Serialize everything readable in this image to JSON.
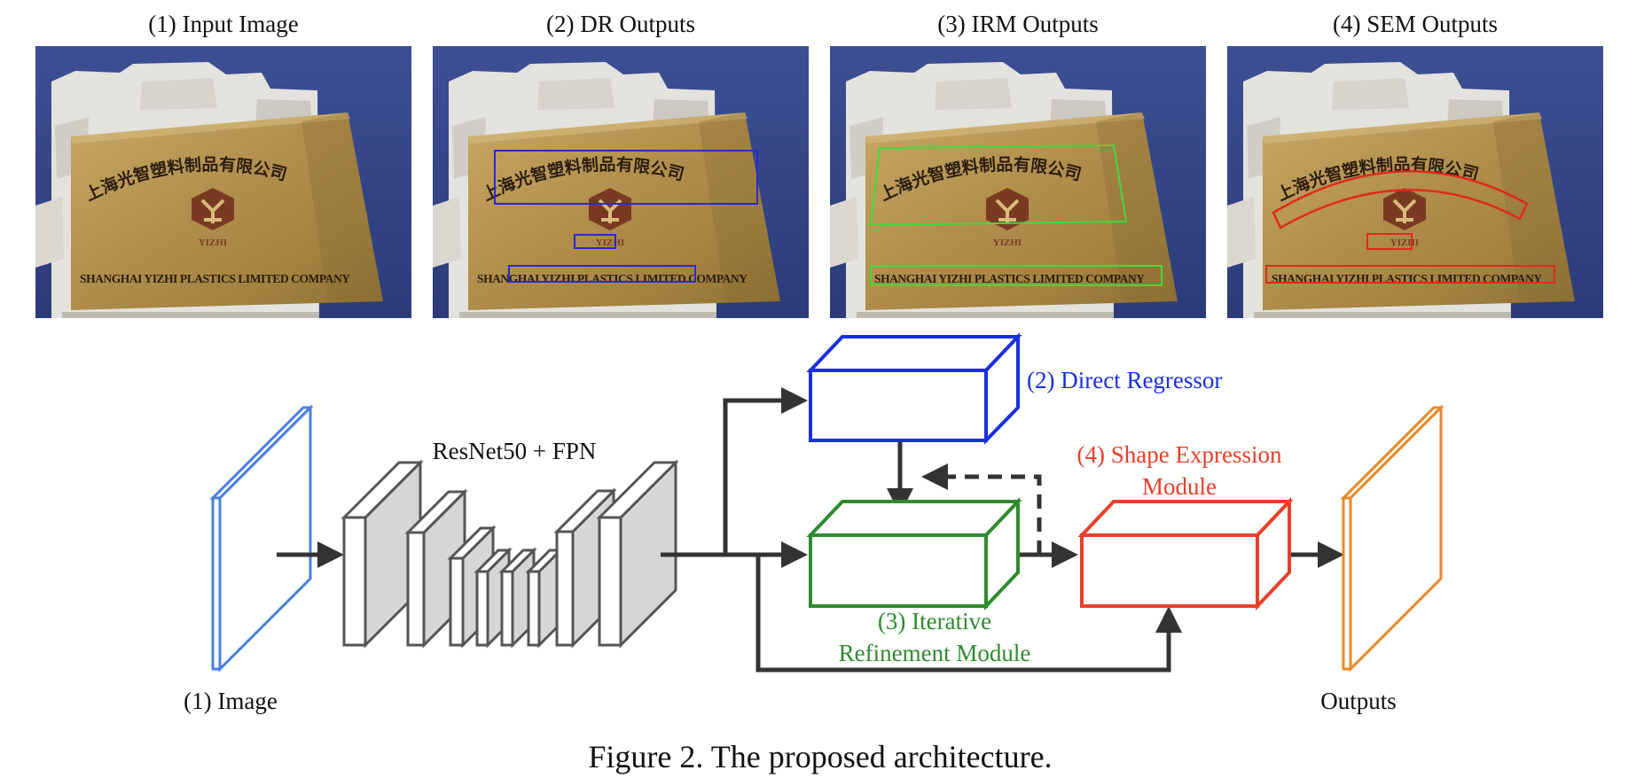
{
  "panels": [
    {
      "title": "(1) Input Image"
    },
    {
      "title": "(2) DR Outputs"
    },
    {
      "title": "(3) IRM Outputs"
    },
    {
      "title": "(4) SEM Outputs"
    }
  ],
  "sign": {
    "chinese_text": "上海光智塑料制品有限公司",
    "logo_text": "YIZHI",
    "english_text": "SHANGHAI YIZHI PLASTICS LIMITED COMPANY"
  },
  "diagram": {
    "input_label": "(1) Image",
    "backbone_label": "ResNet50 + FPN",
    "dr_label": "(2) Direct Regressor",
    "irm_label_line1": "(3) Iterative",
    "irm_label_line2": "Refinement Module",
    "sem_label_line1": "(4) Shape Expression",
    "sem_label_line2": "Module",
    "output_label": "Outputs"
  },
  "caption": "Figure 2. The proposed architecture.",
  "colors": {
    "input_plane": "#4a7fe0",
    "direct_regressor": "#1a2fe0",
    "iterative_refinement": "#2e8b2e",
    "shape_expression": "#e8402a",
    "output_plane": "#e8892a",
    "dr_box": "#2a2acc",
    "irm_box": "#3ddc3d",
    "sem_box": "#e02a1a",
    "sky": "#3a4a8c",
    "plaque": "#b2914b",
    "arrow": "#333333"
  }
}
